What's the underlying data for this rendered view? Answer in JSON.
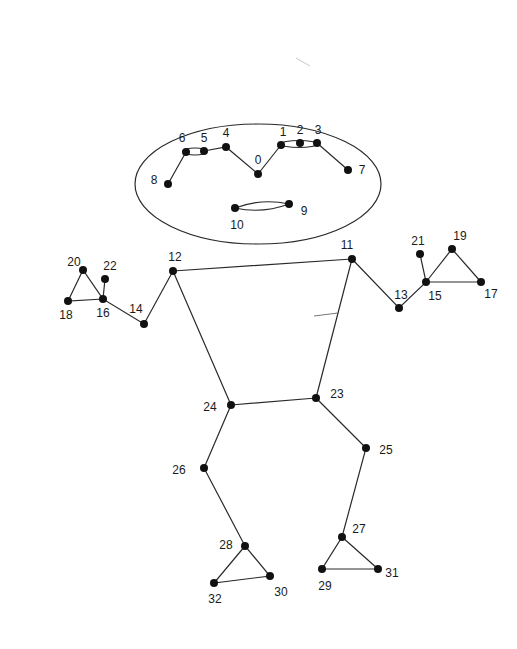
{
  "diagram": {
    "labels": [
      "0",
      "1",
      "2",
      "3",
      "4",
      "5",
      "6",
      "7",
      "8",
      "9",
      "10",
      "11",
      "12",
      "13",
      "14",
      "15",
      "16",
      "17",
      "18",
      "19",
      "20",
      "21",
      "22",
      "23",
      "24",
      "25",
      "26",
      "27",
      "28",
      "29",
      "30",
      "31",
      "32"
    ]
  }
}
